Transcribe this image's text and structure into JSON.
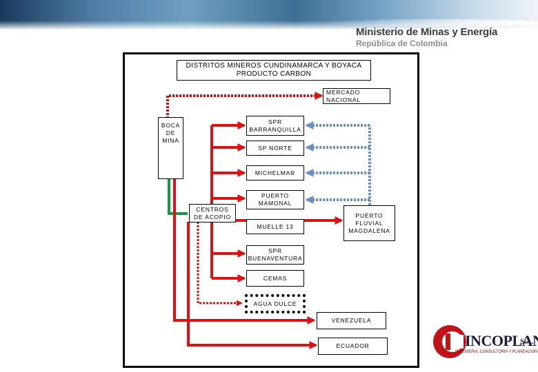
{
  "header": {
    "ministry_title": "Ministerio de Minas y Energía",
    "ministry_subtitle": "República de Colombia"
  },
  "diagram": {
    "title_line1": "DISTRITOS MINEROS CUNDINAMARCA Y BOYACA",
    "title_line2": "PRODUCTO CARBON",
    "nodes": {
      "boca_mina": "BOCA\nDE\nMINA",
      "centros_acopio": "CENTROS\nDE ACOPIO",
      "mercado_nacional": "MERCADO\nNACIONAL",
      "spr_barranquilla": "SPR\nBARRANQUILLA",
      "sp_norte": "SP NORTE",
      "michelmar": "MICHELMAR",
      "puerto_mamonal": "PUERTO\nMAMONAL",
      "muelle_13": "MUELLE 13",
      "puerto_fluvial": "PUERTO\nFLUVIAL\nMAGDALENA",
      "spr_buenaventura": "SPR\nBUENAVENTURA",
      "cemas": "CEMAS",
      "agua_dulce": "AGUA DULCE",
      "venezuela": "VENEZUELA",
      "ecuador": "ECUADOR"
    },
    "colors": {
      "flow_red": "#dd1111",
      "flow_green": "#119944",
      "flow_blue_dotted": "#6a8fc4",
      "flow_red_dotted": "#cc1111"
    }
  },
  "logo": {
    "name": "INCOPLAN",
    "suffix": "S.A.",
    "tagline": "INGENIERIA, CONSULTORIA Y PLANEACION",
    "icon": "incoplan-logo-icon"
  }
}
